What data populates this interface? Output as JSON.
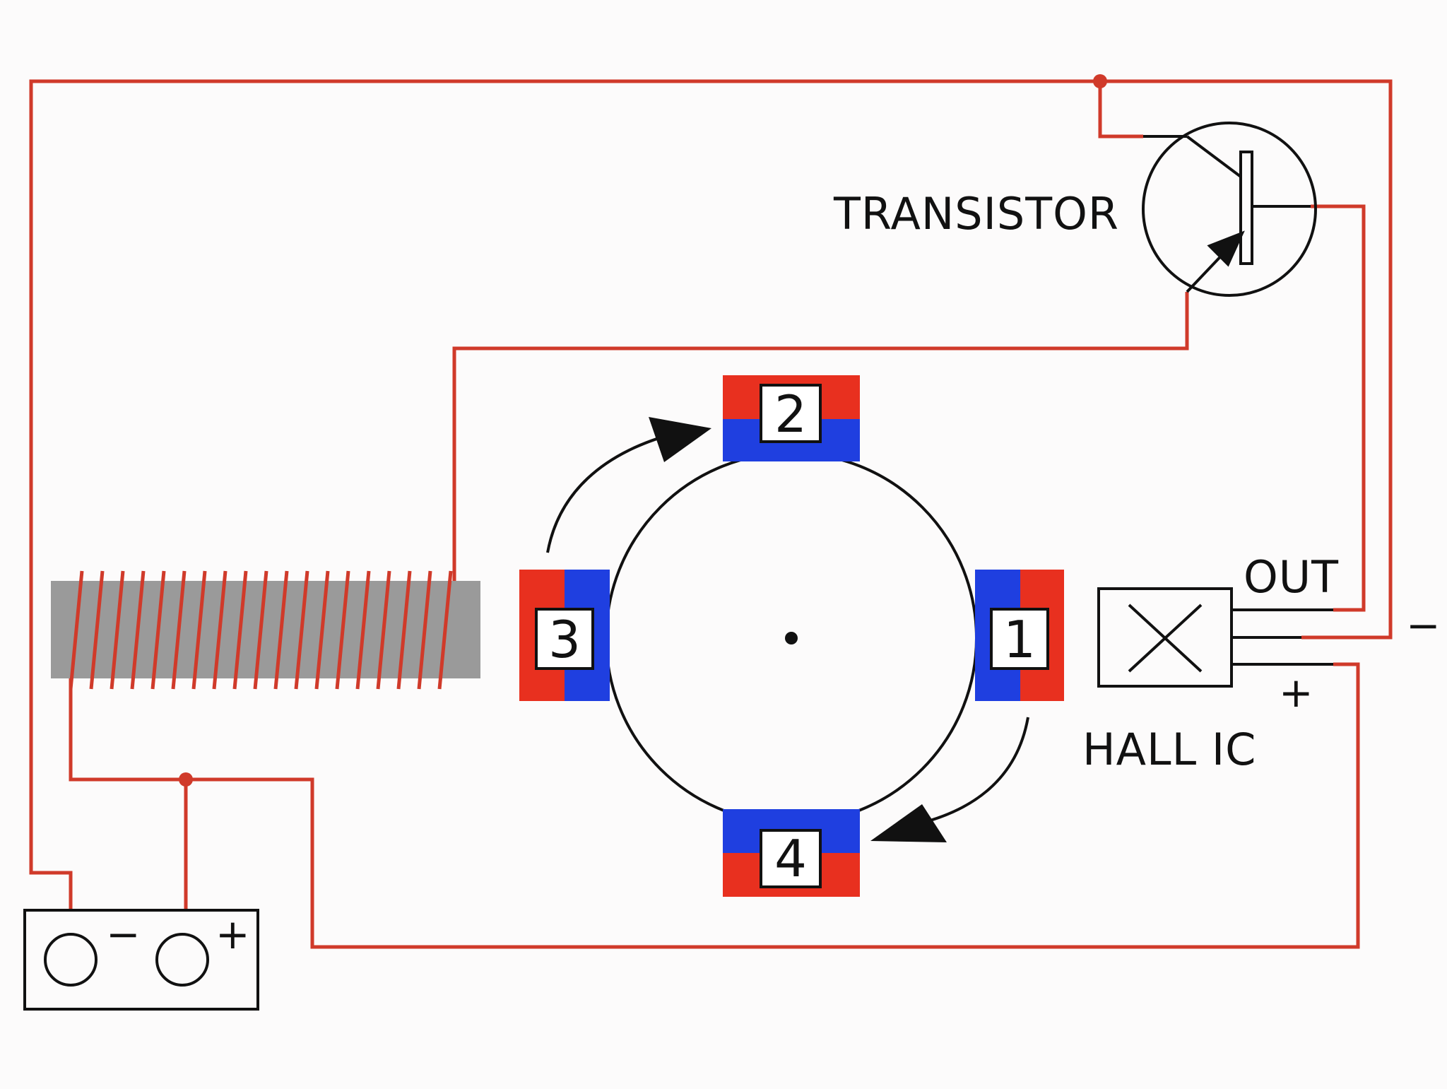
{
  "labels": {
    "transistor": "TRANSISTOR",
    "hall_ic": "HALL IC",
    "out": "OUT",
    "minus": "−",
    "plus": "+"
  },
  "battery": {
    "minus": "−",
    "plus": "+"
  },
  "magnets": [
    {
      "number": "1"
    },
    {
      "number": "2"
    },
    {
      "number": "3"
    },
    {
      "number": "4"
    }
  ],
  "colors": {
    "background": "#fcfbfb",
    "wire": "#d03a2a",
    "north_pole": "#e8301f",
    "south_pole": "#1f3fe0",
    "core": "#9a9a9a",
    "line": "#111111"
  }
}
